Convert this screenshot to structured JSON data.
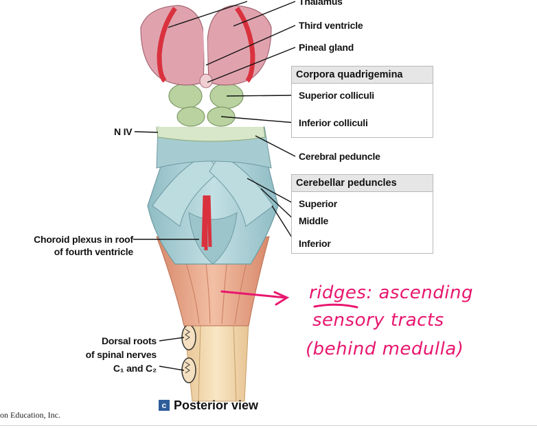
{
  "diagram": {
    "labels": {
      "thalamus": "Thalamus",
      "third_ventricle": "Third ventricle",
      "pineal_gland": "Pineal gland",
      "superior_colliculi": "Superior colliculi",
      "inferior_colliculi": "Inferior colliculi",
      "n_iv": "N IV",
      "cerebral_peduncle": "Cerebral peduncle",
      "superior": "Superior",
      "middle": "Middle",
      "inferior": "Inferior",
      "choroid_line1": "Choroid plexus in roof",
      "choroid_line2": "of fourth ventricle",
      "dorsal_line1": "Dorsal roots",
      "dorsal_line2": "of spinal nerves",
      "dorsal_line3": "C₁ and C₂"
    },
    "boxes": {
      "corpora_quadrigemina": "Corpora quadrigemina",
      "cerebellar_peduncles": "Cerebellar peduncles"
    },
    "caption": {
      "badge": "c",
      "text": "Posterior view"
    },
    "credit": "on Education, Inc."
  },
  "annotation": {
    "line1": "ridges: ascending",
    "line2": "sensory tracts",
    "line3": "(behind medulla)",
    "color": "#e8166e"
  },
  "colors": {
    "thalamus": "#e0a3ae",
    "colliculi": "#b9d2a0",
    "brainstem_blue": "#a9cdd3",
    "medulla": "#e7a789",
    "spinal_cord": "#f0d6a6",
    "choroid": "#d9323e"
  }
}
